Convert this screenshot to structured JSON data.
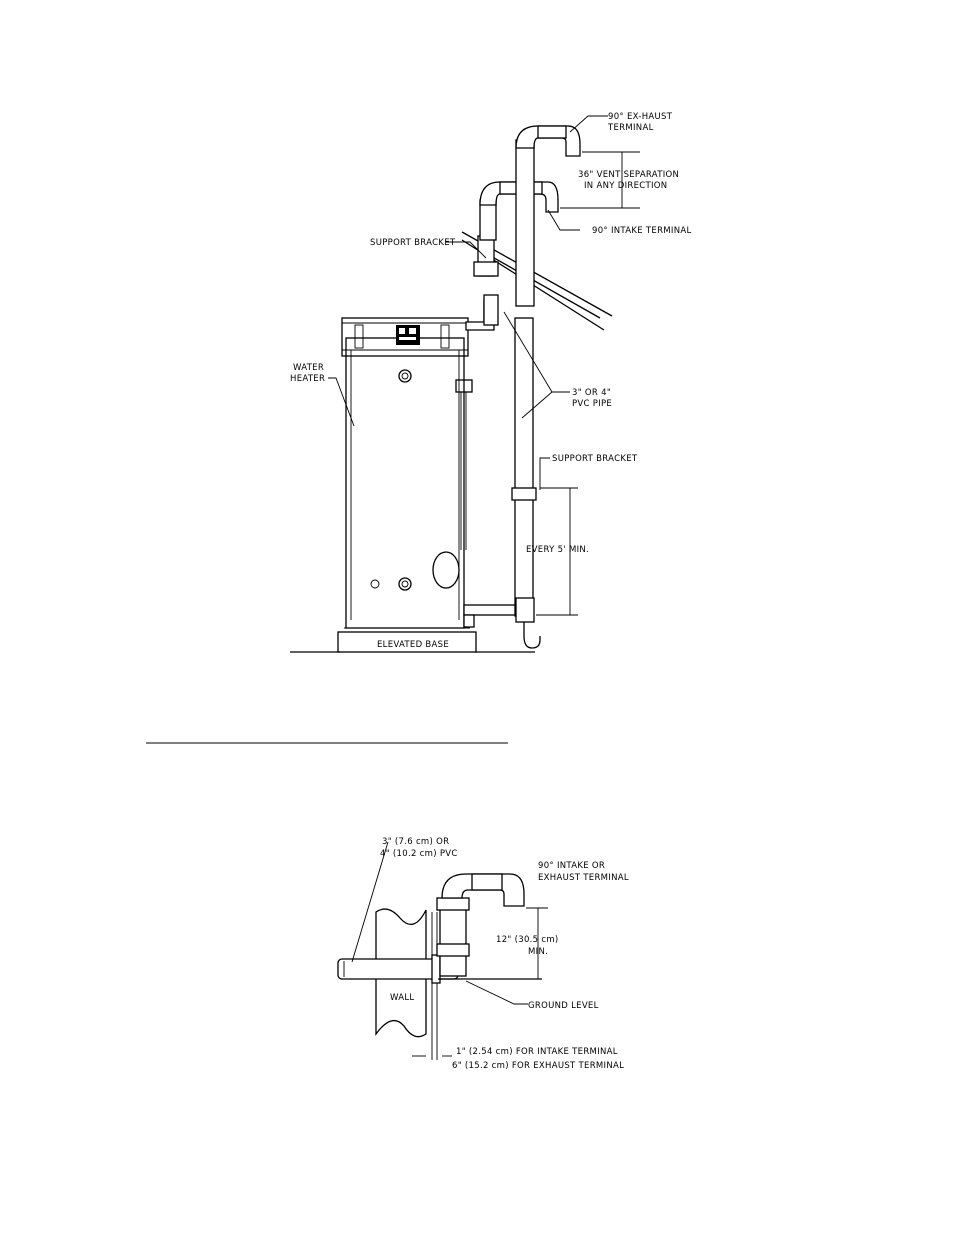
{
  "diagram1": {
    "labels": {
      "exhaust_terminal_line1": "90° EX-HAUST",
      "exhaust_terminal_line2": "TERMINAL",
      "vent_sep_line1": "36\" VENT SEPARATION",
      "vent_sep_line2": "IN ANY DIRECTION",
      "intake_terminal": "90° INTAKE TERMINAL",
      "support_bracket_top": "SUPPORT BRACKET",
      "water_heater_line1": "WATER",
      "water_heater_line2": "HEATER",
      "pvc_pipe_line1": "3\" OR 4\"",
      "pvc_pipe_line2": "PVC PIPE",
      "support_bracket_bottom": "SUPPORT BRACKET",
      "every_5": "EVERY 5' MIN.",
      "elevated_base": "ELEVATED BASE"
    }
  },
  "diagram2": {
    "labels": {
      "pvc_line1": "3\" (7.6 cm) OR",
      "pvc_line2": "4\" (10.2 cm) PVC",
      "terminal_line1": "90° INTAKE OR",
      "terminal_line2": "EXHAUST TERMINAL",
      "height_line1": "12\" (30.5 cm)",
      "height_line2": "MIN.",
      "wall": "WALL",
      "ground_level": "GROUND LEVEL",
      "clearance_line1": "1\" (2.54 cm) FOR INTAKE TERMINAL",
      "clearance_line2": "6\" (15.2 cm) FOR EXHAUST TERMINAL"
    }
  }
}
